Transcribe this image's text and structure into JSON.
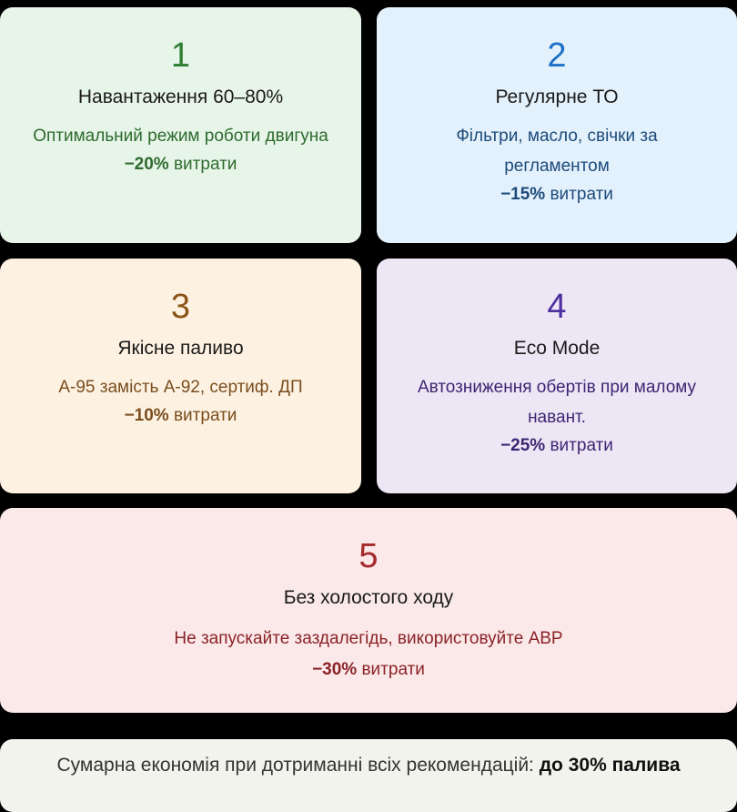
{
  "cards": [
    {
      "number": "1",
      "title": "Навантаження 60–80%",
      "description": "Оптимальний режим роботи двигуна",
      "saving_value": "−20%",
      "saving_label": " витрати",
      "accent": "#2e7d32",
      "text_color": "#2e6b2f",
      "background": "#e7f4e8"
    },
    {
      "number": "2",
      "title": "Регулярне ТО",
      "description": "Фільтри, масло, свічки за регламентом",
      "saving_value": "−15%",
      "saving_label": " витрати",
      "accent": "#1e6fc7",
      "text_color": "#1d4a7a",
      "background": "#e3f1fc"
    },
    {
      "number": "3",
      "title": "Якісне паливо",
      "description": "А-95 замість А-92, сертиф. ДП",
      "saving_value": "−10%",
      "saving_label": " витрати",
      "accent": "#8a5418",
      "text_color": "#7a4e1d",
      "background": "#fdf1e2"
    },
    {
      "number": "4",
      "title": "Eco Mode",
      "description": "Автозниження обертів при малому навант.",
      "saving_value": "−25%",
      "saving_label": " витрати",
      "accent": "#4b2fa0",
      "text_color": "#3b2672",
      "background": "#ede6f5"
    },
    {
      "number": "5",
      "title": "Без холостого ходу",
      "description": "Не запускайте заздалегідь, використовуйте АВР",
      "saving_value": "−30%",
      "saving_label": " витрати",
      "accent": "#a52a2a",
      "text_color": "#8a2226",
      "background": "#fbe9ea"
    }
  ],
  "summary": {
    "text": "Сумарна економія при дотриманні всіх рекомендацій: ",
    "highlight": "до 30% палива"
  }
}
